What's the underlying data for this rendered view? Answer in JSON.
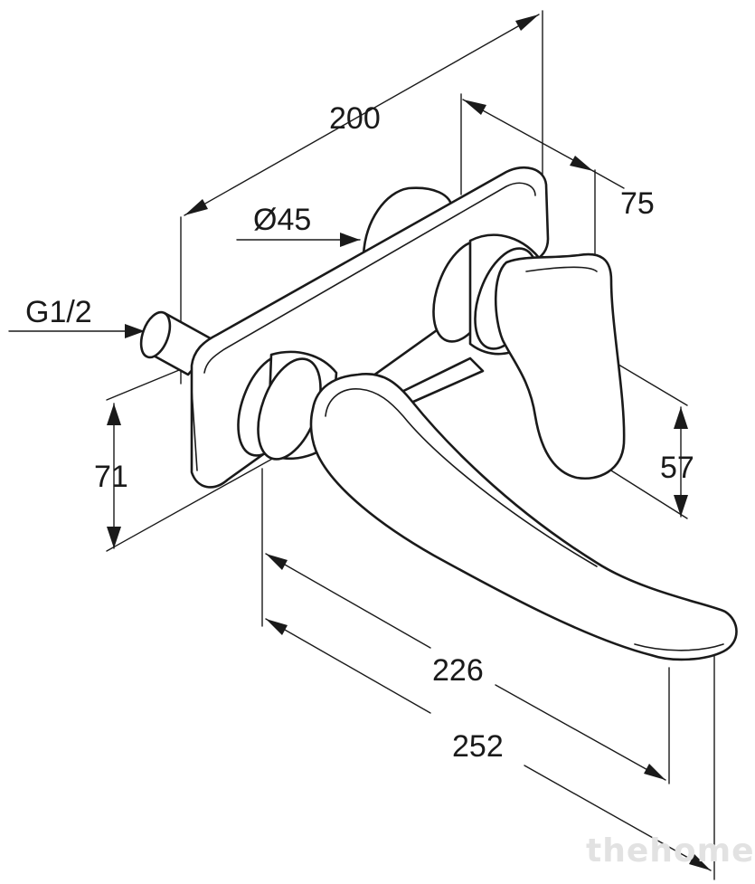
{
  "dimensions": {
    "total_depth": "200",
    "handle_offset": "75",
    "rosette_diameter": "Ø45",
    "connection_thread": "G1/2",
    "spout_height": "71",
    "handle_height": "57",
    "spout_projection": "226",
    "overall_projection": "252"
  },
  "watermark": "thehome",
  "colors": {
    "line": "#1a1a1a",
    "background": "#ffffff",
    "watermark": "#e2e2e2"
  }
}
